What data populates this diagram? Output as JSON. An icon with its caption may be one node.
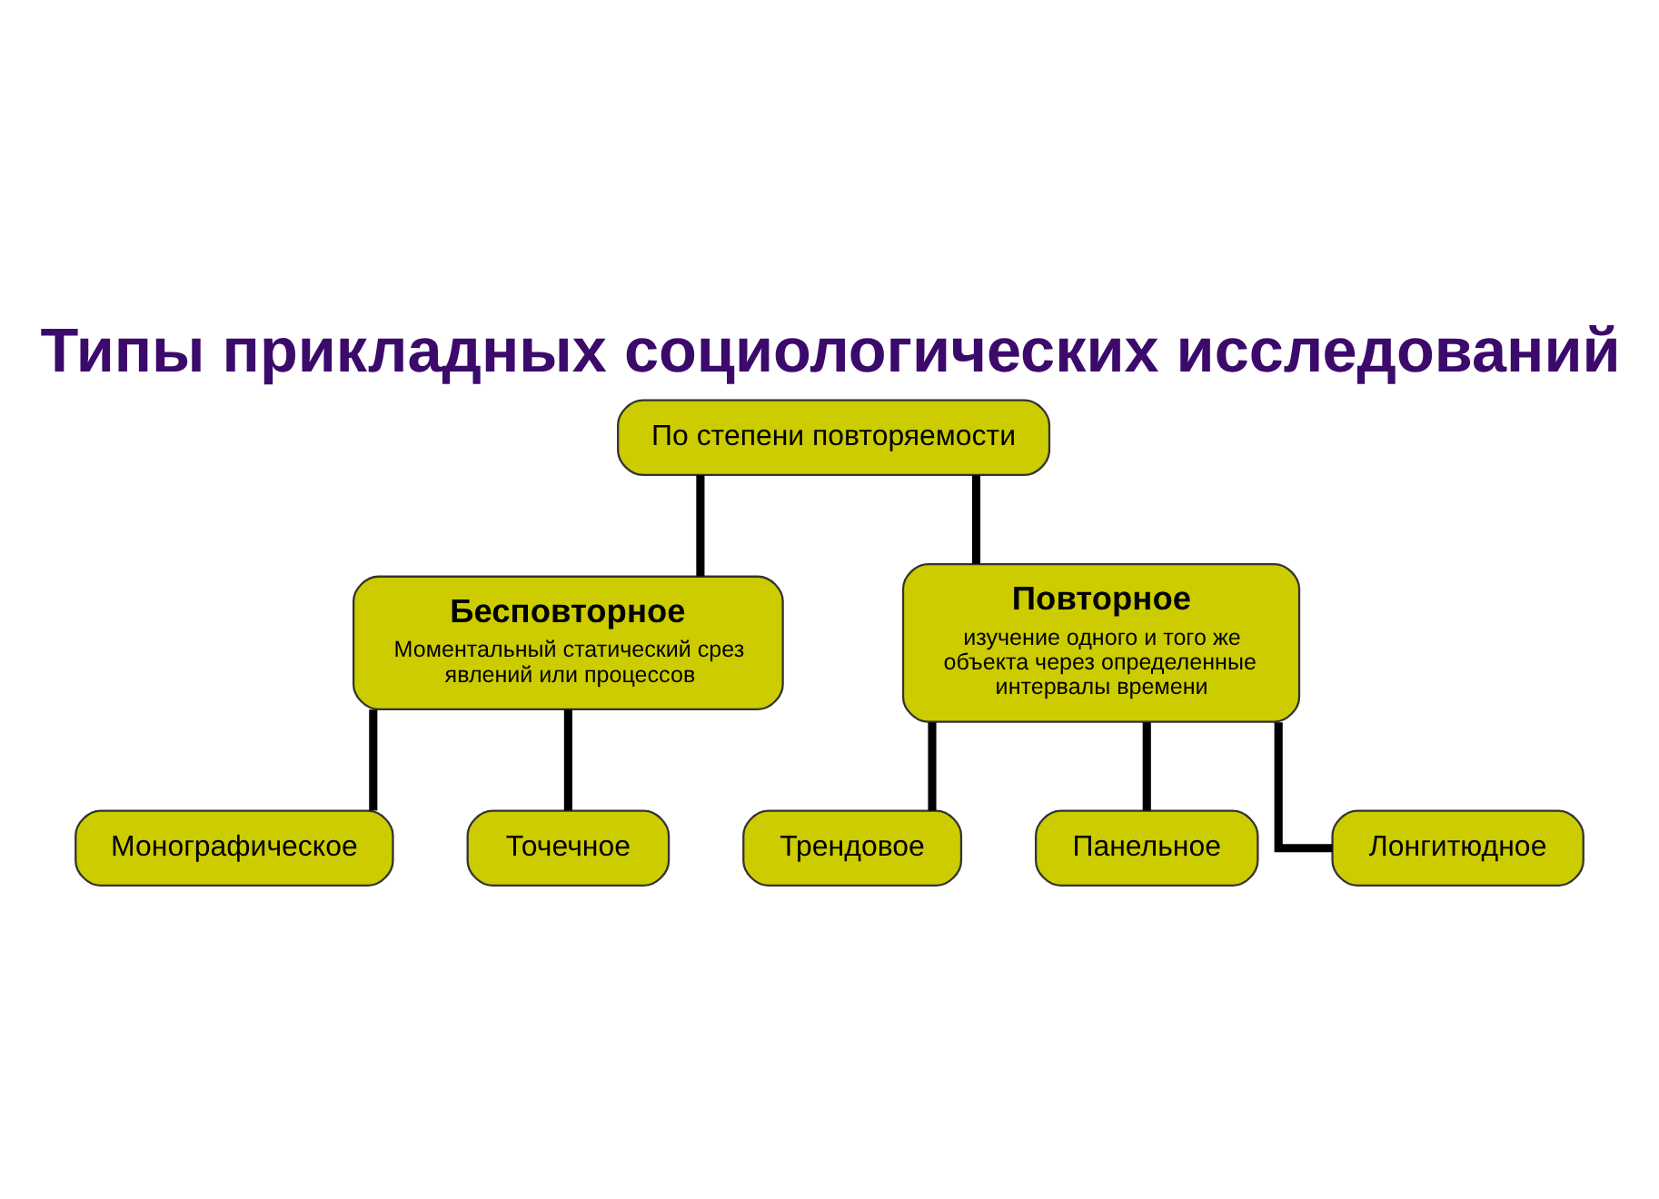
{
  "diagram": {
    "title": "Типы прикладных социологических исследований",
    "nodes": [
      {
        "text": [
          "По степени повторяемости"
        ]
      },
      {
        "text": [
          "Бесповторное",
          "Моментальный статический срез явлений или процессов"
        ]
      },
      {
        "text": [
          "Повторное",
          "изучение одного и того же объекта через определенные интервалы времени"
        ]
      },
      {
        "text": [
          "Монографическое"
        ]
      },
      {
        "text": [
          "Точечное"
        ]
      },
      {
        "text": [
          "Трендовое"
        ]
      },
      {
        "text": [
          "Панельное"
        ]
      },
      {
        "text": [
          "Лонгитюдное"
        ]
      }
    ],
    "edges": [
      {
        "from": 0,
        "to": 1,
        "arrow": "none"
      },
      {
        "from": 0,
        "to": 2,
        "arrow": "none"
      },
      {
        "from": 1,
        "to": 3,
        "arrow": "none"
      },
      {
        "from": 1,
        "to": 4,
        "arrow": "none"
      },
      {
        "from": 2,
        "to": 5,
        "arrow": "none"
      },
      {
        "from": 2,
        "to": 6,
        "arrow": "none"
      },
      {
        "from": 2,
        "to": 7,
        "arrow": "none"
      }
    ]
  }
}
